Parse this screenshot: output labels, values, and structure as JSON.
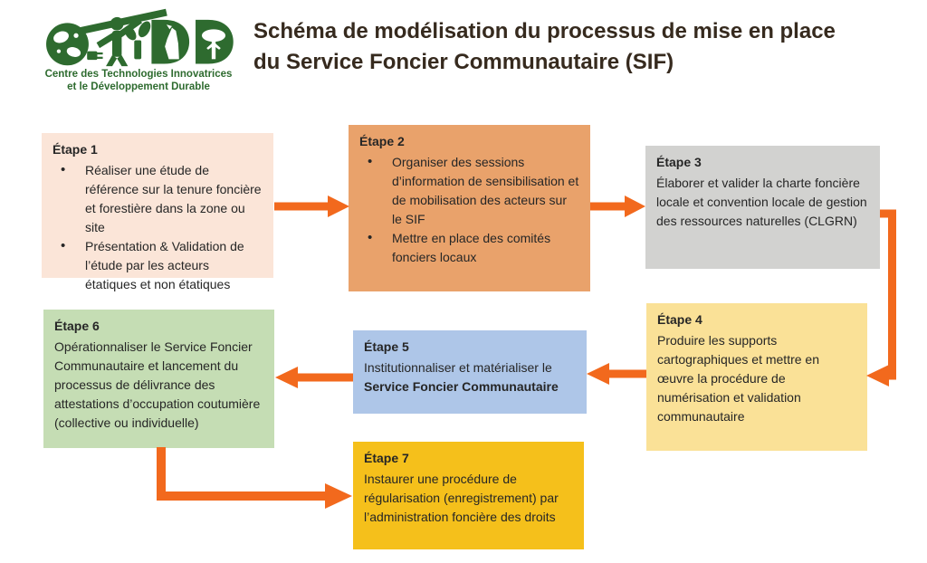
{
  "logo": {
    "acronym": "CTIDD",
    "letter_d": "D",
    "caption_line1": "Centre des Technologies Innovatrices",
    "caption_line2": "et le Développement Durable"
  },
  "title": {
    "line1": "Schéma de modélisation du processus de mise en place",
    "line2": "du Service Foncier Communautaire (SIF)"
  },
  "colors": {
    "arrow": "#f2691d",
    "title_text": "#362a1e",
    "body_text": "#262626",
    "logo_green": "#2e6b2f"
  },
  "steps": [
    {
      "id": "etape-1",
      "label": "Étape 1",
      "bg": "#fbe5d8",
      "bullets": [
        "Réaliser une étude de référence sur la tenure foncière et forestière dans la zone ou site",
        "Présentation & Validation de l’étude par les acteurs étatiques et non étatiques"
      ]
    },
    {
      "id": "etape-2",
      "label": "Étape 2",
      "bg": "#e9a26b",
      "bullets": [
        "Organiser des sessions d’information de sensibilisation et de mobilisation des acteurs sur le SIF",
        "Mettre en place des comités fonciers locaux"
      ]
    },
    {
      "id": "etape-3",
      "label": "Étape 3",
      "bg": "#d2d2d0",
      "text": "Élaborer et valider la charte foncière locale et convention locale de gestion des ressources naturelles (CLGRN)"
    },
    {
      "id": "etape-4",
      "label": "Étape 4",
      "bg": "#fae197",
      "text": "Produire les supports cartographiques et mettre en œuvre la procédure de numérisation et validation communautaire"
    },
    {
      "id": "etape-5",
      "label": "Étape 5",
      "bg": "#aec6e8",
      "text": "Institutionnaliser et matérialiser le",
      "text_bold": "Service Foncier Communautaire"
    },
    {
      "id": "etape-6",
      "label": "Étape 6",
      "bg": "#c5ddb4",
      "text": "Opérationnaliser le Service Foncier Communautaire et lancement du processus de délivrance des attestations d’occupation coutumière (collective ou individuelle)"
    },
    {
      "id": "etape-7",
      "label": "Étape 7",
      "bg": "#f5c01b",
      "text": "Instaurer une procédure de régularisation (enregistrement) par l’administration foncière des droits"
    }
  ],
  "connections": [
    {
      "from": "etape-1",
      "to": "etape-2"
    },
    {
      "from": "etape-2",
      "to": "etape-3"
    },
    {
      "from": "etape-3",
      "to": "etape-4"
    },
    {
      "from": "etape-4",
      "to": "etape-5"
    },
    {
      "from": "etape-5",
      "to": "etape-6"
    },
    {
      "from": "etape-6",
      "to": "etape-7"
    }
  ]
}
